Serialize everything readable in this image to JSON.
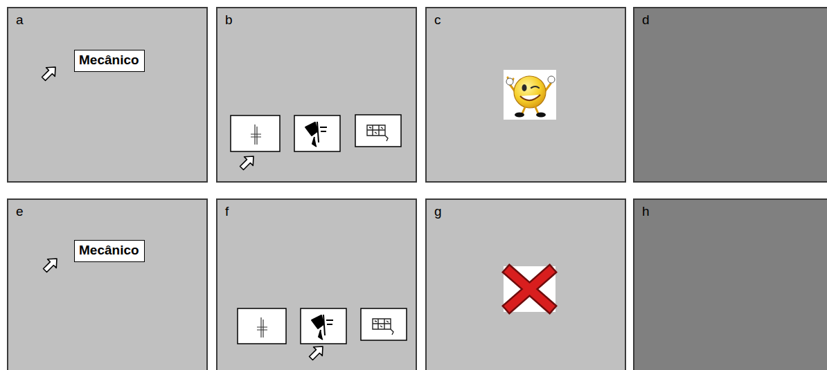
{
  "diagram": {
    "nodes": [
      {
        "text": [
          "a"
        ]
      },
      {
        "text": [
          "Mecânico"
        ],
        "in": 0
      },
      {
        "text": [
          "b"
        ]
      },
      {
        "text": [
          "c"
        ]
      },
      {
        "text": [
          "d"
        ]
      },
      {
        "text": [
          "e"
        ]
      },
      {
        "text": [
          "Mecânico"
        ],
        "in": 5
      },
      {
        "text": [
          "f"
        ]
      },
      {
        "text": [
          "g"
        ]
      },
      {
        "text": [
          "h"
        ]
      }
    ]
  }
}
